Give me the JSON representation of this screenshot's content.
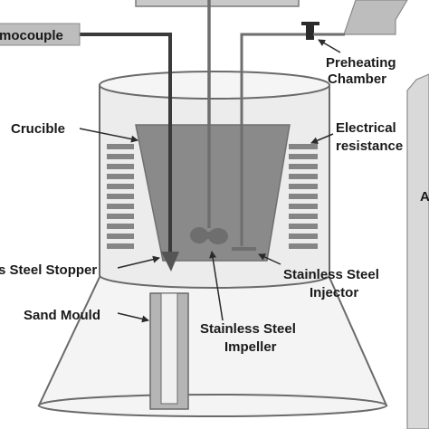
{
  "labels": {
    "thermocouple": "mocouple",
    "preheating_line1": "Preheating",
    "preheating_line2": "Chamber",
    "crucible": "Crucible",
    "electrical_line1": "Electrical",
    "electrical_line2": "resistance",
    "stopper": "s Steel Stopper",
    "injector_line1": "Stainless Steel",
    "injector_line2": "Injector",
    "sand_mould": "Sand Mould",
    "impeller_line1": "Stainless Steel",
    "impeller_line2": "Impeller",
    "edge_letter": "A"
  },
  "colors": {
    "furnace_wall": "#ececec",
    "crucible": "#8a8a8a",
    "heater_bar": "#858585",
    "rod": "#6e6e6e",
    "thermocouple": "#3a3a3a",
    "stopper": "#555555",
    "mould": "#f4f4f4",
    "outline": "#6a6a6a",
    "chamber": "#bdbdbd",
    "label_text": "#1a1a1a"
  },
  "icons": {
    "valve": "t-valve-icon",
    "arrows": "pointer-arrow-icon"
  }
}
